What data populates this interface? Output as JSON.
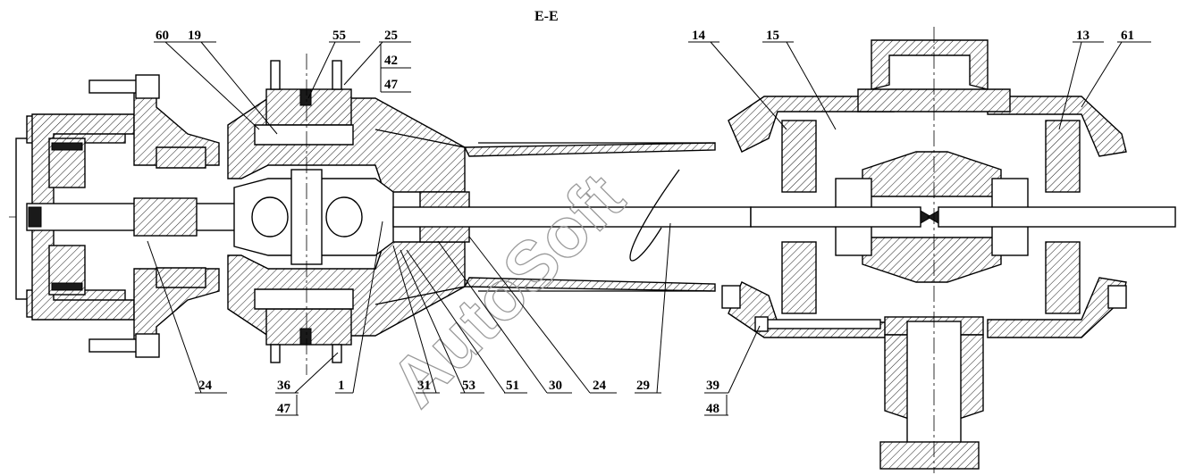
{
  "title": "E-E",
  "watermark": "AutoSoft",
  "callouts": [
    {
      "id": "c60",
      "text": "60"
    },
    {
      "id": "c19",
      "text": "19"
    },
    {
      "id": "c55",
      "text": "55"
    },
    {
      "id": "c25",
      "text": "25"
    },
    {
      "id": "c42",
      "text": "42"
    },
    {
      "id": "c47a",
      "text": "47"
    },
    {
      "id": "c14",
      "text": "14"
    },
    {
      "id": "c15",
      "text": "15"
    },
    {
      "id": "c13",
      "text": "13"
    },
    {
      "id": "c61",
      "text": "61"
    },
    {
      "id": "c24a",
      "text": "24"
    },
    {
      "id": "c36",
      "text": "36"
    },
    {
      "id": "c47b",
      "text": "47"
    },
    {
      "id": "c1",
      "text": "1"
    },
    {
      "id": "c31",
      "text": "31"
    },
    {
      "id": "c53",
      "text": "53"
    },
    {
      "id": "c51",
      "text": "51"
    },
    {
      "id": "c30",
      "text": "30"
    },
    {
      "id": "c24b",
      "text": "24"
    },
    {
      "id": "c29",
      "text": "29"
    },
    {
      "id": "c39",
      "text": "39"
    },
    {
      "id": "c48",
      "text": "48"
    }
  ]
}
